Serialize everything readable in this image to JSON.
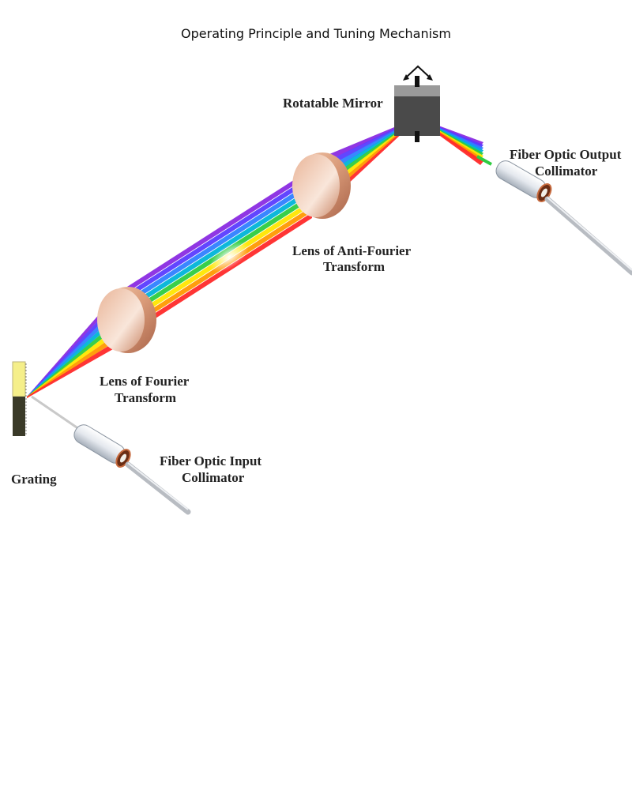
{
  "title": "Operating Principle and Tuning Mechanism",
  "labels": {
    "rotatable_mirror": "Rotatable Mirror",
    "output_collimator_l1": "Fiber Optic Output",
    "output_collimator_l2": "Collimator",
    "anti_fourier_lens_l1": "Lens of Anti-Fourier",
    "anti_fourier_lens_l2": "Transform",
    "fourier_lens_l1": "Lens of Fourier",
    "fourier_lens_l2": "Transform",
    "grating": "Grating",
    "input_collimator_l1": "Fiber Optic Input",
    "input_collimator_l2": "Collimator"
  },
  "colors": {
    "spectrum": [
      "#8a2be2",
      "#5a3cff",
      "#2f7fff",
      "#00b4d8",
      "#2ecc40",
      "#ffe600",
      "#ff9900",
      "#ff2a2a"
    ],
    "lens": "#d99a78",
    "mirror": "#4a4a4a",
    "grating_top": "#f5ef8a",
    "grating_bottom": "#3a3a28"
  }
}
